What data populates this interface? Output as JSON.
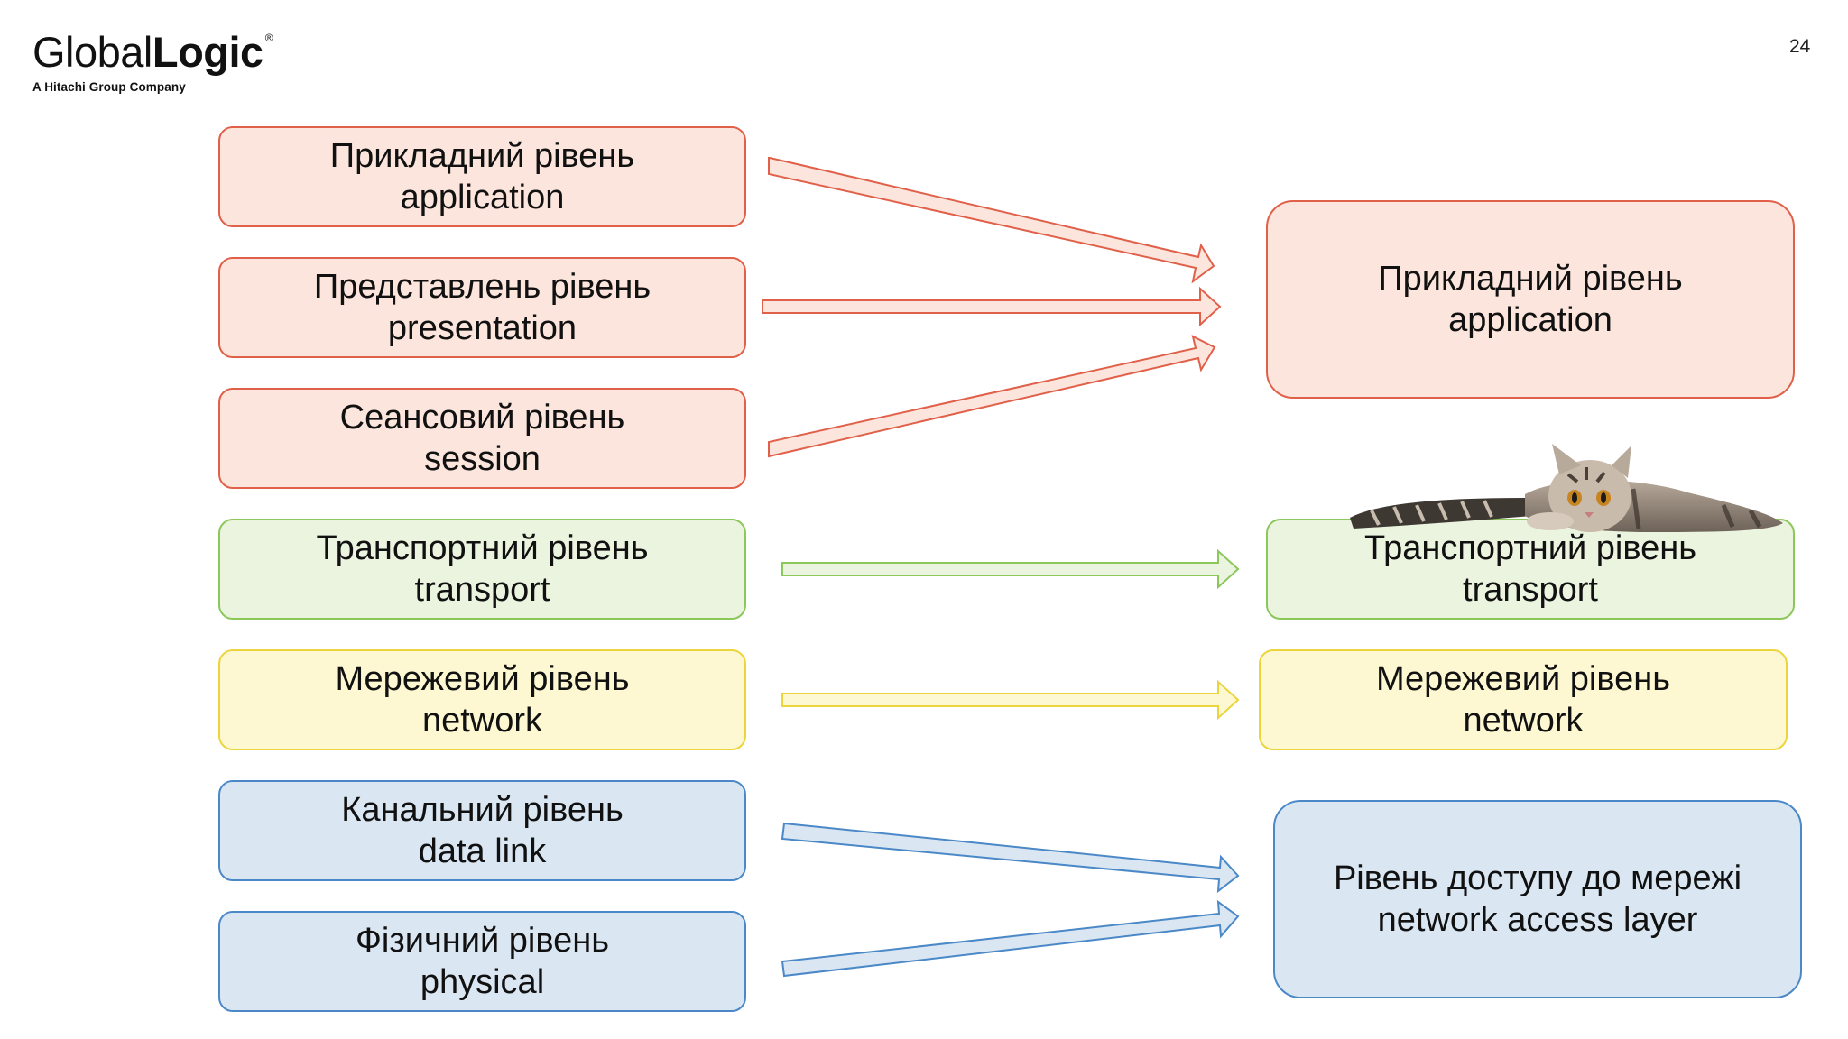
{
  "logo": {
    "name_light": "Global",
    "name_bold": "Logic",
    "registered": "®",
    "tagline": "A Hitachi Group Company"
  },
  "slide_number": "24",
  "osi_layers": [
    {
      "title": "Прикладний рівень",
      "subtitle": "application",
      "color": "#fce5dc"
    },
    {
      "title": "Представлень рівень",
      "subtitle": "presentation",
      "color": "#fce5dc"
    },
    {
      "title": "Сеансовий рівень",
      "subtitle": "session",
      "color": "#fce5dc"
    },
    {
      "title": "Транспортний рівень",
      "subtitle": "transport",
      "color": "#ebf4df"
    },
    {
      "title": "Мережевий рівень",
      "subtitle": "network",
      "color": "#fdf8d2"
    },
    {
      "title": "Канальний рівень",
      "subtitle": "data link",
      "color": "#dae7f3"
    },
    {
      "title": "Фізичний рівень",
      "subtitle": "physical",
      "color": "#dae7f3"
    }
  ],
  "tcpip_layers": [
    {
      "title": "Прикладний рівень",
      "subtitle": "application",
      "color": "#fce5dc"
    },
    {
      "title": "Транспортний рівень",
      "subtitle": "transport",
      "color": "#ebf4df"
    },
    {
      "title": "Мережевий рівень",
      "subtitle": "network",
      "color": "#fdf8d2"
    },
    {
      "title": "Рівень доступу до мережі",
      "subtitle": "network access layer",
      "color": "#dae7f3"
    }
  ],
  "decoration": {
    "cat_icon": "lying-cat-icon"
  }
}
